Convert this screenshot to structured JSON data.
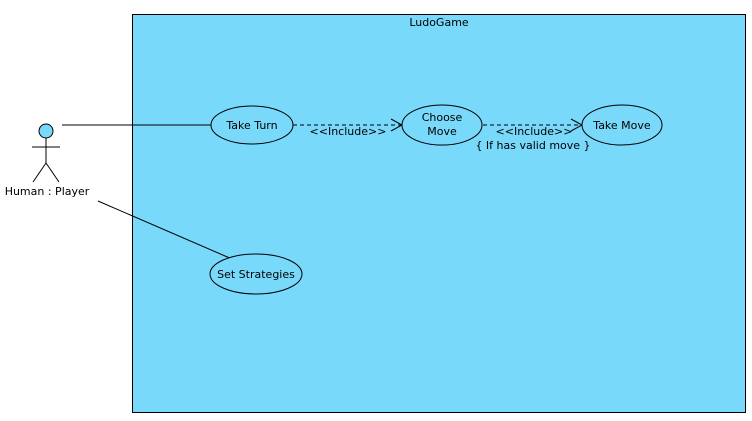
{
  "system": {
    "name": "LudoGame",
    "fill": "#79d9fb",
    "stroke": "#000000"
  },
  "actor": {
    "name": "Human : Player",
    "head_fill": "#79d9fb"
  },
  "use_cases": {
    "take_turn": "Take Turn",
    "choose_move_line1": "Choose",
    "choose_move_line2": "Move",
    "take_move": "Take Move",
    "set_strategies": "Set Strategies"
  },
  "relations": {
    "include_1": "<<Include>>",
    "include_2": "<<Include>>",
    "guard": "{ If has valid move }"
  }
}
